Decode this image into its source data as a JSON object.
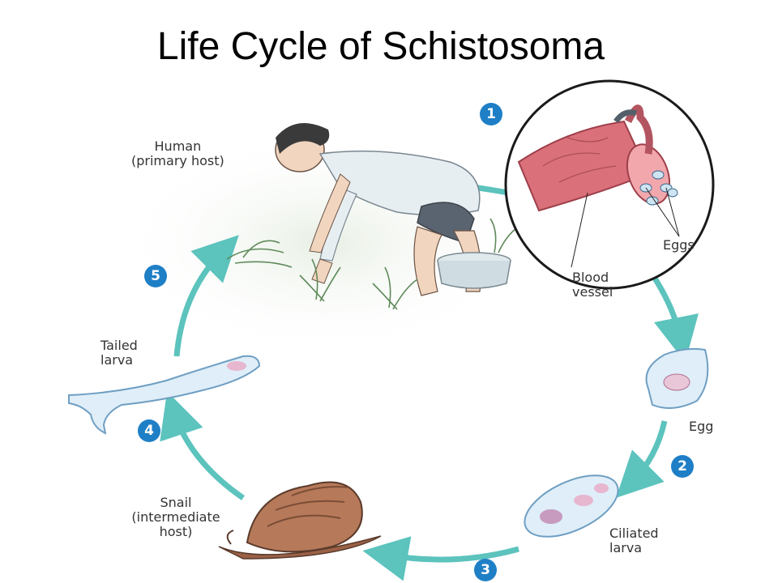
{
  "title": "Life Cycle of Schistosoma",
  "labels": {
    "human_line1": "Human",
    "human_line2": "(primary host)",
    "eggs": "Eggs",
    "blood_line1": "Blood",
    "blood_line2": "vessel",
    "egg": "Egg",
    "ciliated_line1": "Ciliated",
    "ciliated_line2": "larva",
    "snail_line1": "Snail",
    "snail_line2": "(intermediate",
    "snail_line3": "host)",
    "tailed_line1": "Tailed",
    "tailed_line2": "larva"
  },
  "steps": [
    "1",
    "2",
    "3",
    "4",
    "5"
  ],
  "colors": {
    "step_badge": "#1f7fc6",
    "arrow": "#5cc3bd",
    "vessel": "#d9707a",
    "larva": "#dfeef8",
    "snail": "#a0684a"
  }
}
